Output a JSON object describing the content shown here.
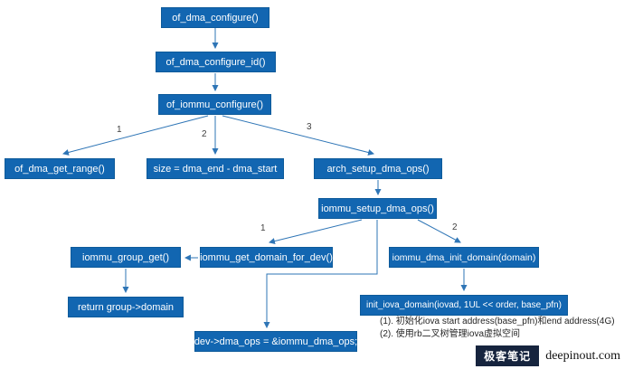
{
  "nodes": {
    "of_dma_configure": "of_dma_configure()",
    "of_dma_configure_id": "of_dma_configure_id()",
    "of_iommu_configure": "of_iommu_configure()",
    "of_dma_get_range": "of_dma_get_range()",
    "size_calc": "size = dma_end - dma_start",
    "arch_setup_dma_ops": "arch_setup_dma_ops()",
    "iommu_setup_dma_ops": "iommu_setup_dma_ops()",
    "iommu_group_get": "iommu_group_get()",
    "iommu_get_domain_for_dev": "iommu_get_domain_for_dev()",
    "iommu_dma_init_domain": "iommu_dma_init_domain(domain)",
    "return_group_domain": "return group->domain",
    "init_iova_domain": "init_iova_domain(iovad, 1UL << order, base_pfn)",
    "dev_dma_ops": "dev->dma_ops = &iommu_dma_ops;"
  },
  "edge_labels": {
    "branch_1": "1",
    "branch_2": "2",
    "branch_3": "3",
    "setup_1": "1",
    "setup_2": "2"
  },
  "annotations": {
    "line1": "(1). 初始化iova start address(base_pfn)和end address(4G)",
    "line2": "(2). 使用rb二叉树管理iova虚拟空间"
  },
  "watermark": {
    "badge": "极客笔记",
    "domain": "deepinout.com"
  },
  "colors": {
    "node_fill": "#1266b1",
    "node_border": "#0d5a9a",
    "arrow": "#2e75b6"
  }
}
